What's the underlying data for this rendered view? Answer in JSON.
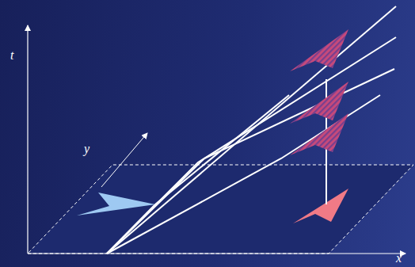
{
  "diagram": {
    "labels": [
      "t",
      "y",
      "x"
    ]
  }
}
